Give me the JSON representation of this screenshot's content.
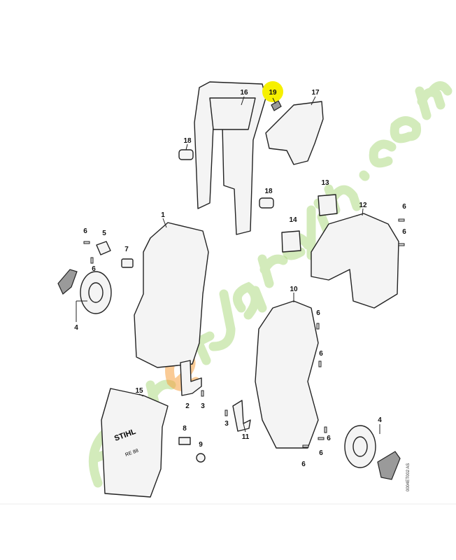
{
  "diagram": {
    "callouts": [
      {
        "label": "16"
      },
      {
        "label": "19",
        "highlight": "#f6f000"
      },
      {
        "label": "17"
      },
      {
        "label": "18"
      },
      {
        "label": "18"
      },
      {
        "label": "13"
      },
      {
        "label": "12"
      },
      {
        "label": "14"
      },
      {
        "label": "1"
      },
      {
        "label": "6"
      },
      {
        "label": "5"
      },
      {
        "label": "6"
      },
      {
        "label": "7"
      },
      {
        "label": "4"
      },
      {
        "label": "6"
      },
      {
        "label": "6"
      },
      {
        "label": "10"
      },
      {
        "label": "6"
      },
      {
        "label": "6"
      },
      {
        "label": "15"
      },
      {
        "label": "2"
      },
      {
        "label": "3"
      },
      {
        "label": "3"
      },
      {
        "label": "11"
      },
      {
        "label": "8"
      },
      {
        "label": "9"
      },
      {
        "label": "4"
      },
      {
        "label": "6"
      },
      {
        "label": "6"
      },
      {
        "label": "6"
      }
    ],
    "brand_logo": "STIHL",
    "model_badge": "RE 88",
    "drawing_code": "0004ET002 AS",
    "watermark": "forêtjardin.com",
    "colors": {
      "highlight": "#f6f000",
      "watermark_green": "#a8d878",
      "watermark_orange": "#f5a040"
    }
  }
}
